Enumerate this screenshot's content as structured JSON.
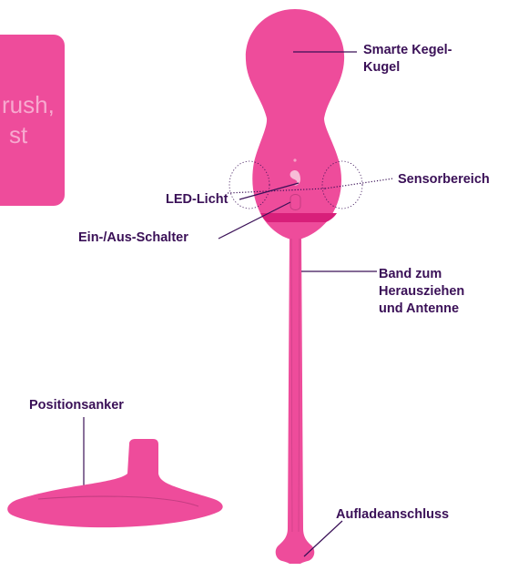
{
  "left_card": {
    "line_1": "rush,",
    "line_2": "st"
  },
  "colors": {
    "body_pink": "#ee4c9b",
    "band_dark": "#d81f7a",
    "label_text": "#3a1057",
    "card_pink": "#ee4c9b",
    "card_text": "#f7a9cf"
  },
  "labels": {
    "smart_ball_line_1": "Smarte Kegel-",
    "smart_ball_line_2": "Kugel",
    "sensor_area": "Sensorbereich",
    "led_light": "LED-Licht",
    "power_switch": "Ein-/Aus-Schalter",
    "band_line_1": "Band zum",
    "band_line_2": "Herausziehen",
    "band_line_3": "und Antenne",
    "anchor": "Positionsanker",
    "charging_port": "Aufladeanschluss"
  }
}
